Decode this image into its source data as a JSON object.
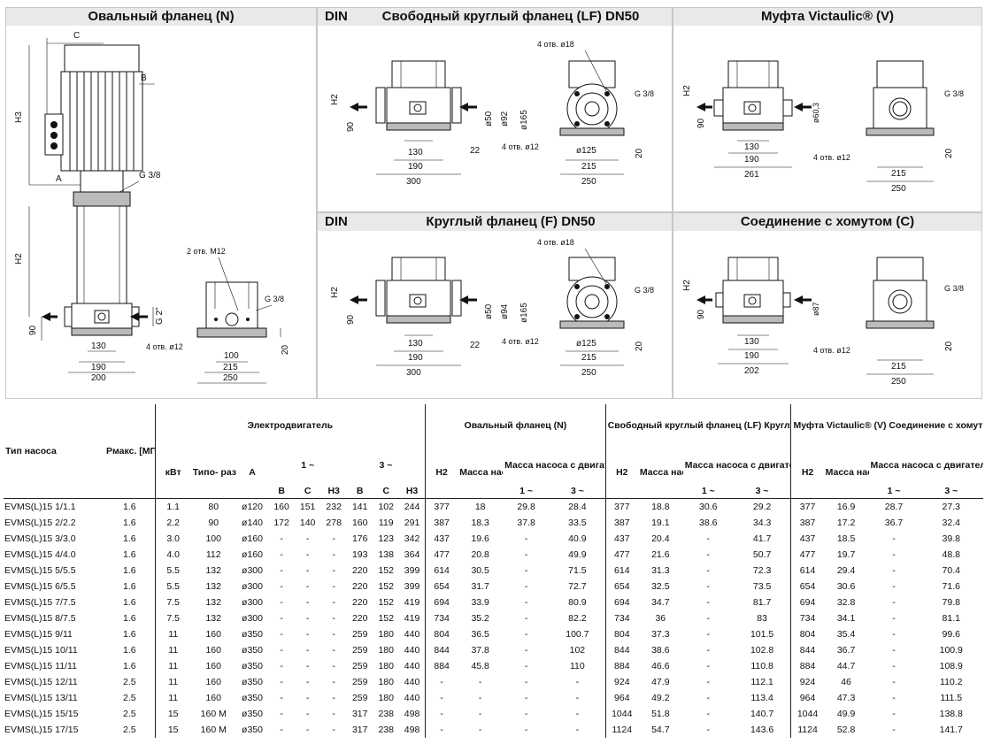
{
  "panels": {
    "oval": {
      "title": "Овальный фланец (N)",
      "labels": {
        "C": "C",
        "B": "B",
        "H3": "H3",
        "A": "A",
        "G38": "G 3/8",
        "H2": "H2",
        "G2": "G 2\"",
        "n90": "90",
        "n130": "130",
        "n190": "190",
        "n200": "200",
        "holes_m12": "2 отв. M12",
        "holes_12": "4 отв. ø12",
        "G38b": "G 3/8",
        "n100": "100",
        "n215": "215",
        "n250": "250",
        "n20": "20"
      }
    },
    "lf": {
      "din": "DIN",
      "title": "Свободный круглый фланец (LF) DN50",
      "labels": {
        "holes18": "4 отв. ø18",
        "G38": "G 3/8",
        "H2": "H2",
        "n90": "90",
        "d50": "ø50",
        "d92": "ø92",
        "d165": "ø165",
        "n130": "130",
        "n190": "190",
        "n300": "300",
        "n22": "22",
        "holes12": "4 отв. ø12",
        "d125": "ø125",
        "n215": "215",
        "n250": "250",
        "n20": "20"
      }
    },
    "victaulic": {
      "title": "Муфта Victaulic® (V)",
      "labels": {
        "H2": "H2",
        "n90": "90",
        "G38": "G 3/8",
        "d603": "ø60,3",
        "n130": "130",
        "n190": "190",
        "n261": "261",
        "holes12": "4 отв. ø12",
        "n215": "215",
        "n250": "250",
        "n20": "20"
      }
    },
    "f": {
      "din": "DIN",
      "title": "Круглый фланец (F) DN50",
      "labels": {
        "holes18": "4 отв. ø18",
        "G38": "G 3/8",
        "H2": "H2",
        "n90": "90",
        "d50": "ø50",
        "d94": "ø94",
        "d165": "ø165",
        "n130": "130",
        "n190": "190",
        "n300": "300",
        "n22": "22",
        "holes12": "4 отв. ø12",
        "d125": "ø125",
        "n215": "215",
        "n250": "250",
        "n20": "20"
      }
    },
    "clamp": {
      "title": "Соединение с хомутом (C)",
      "labels": {
        "H2": "H2",
        "n90": "90",
        "G38": "G 3/8",
        "d87": "ø87",
        "n130": "130",
        "n190": "190",
        "n202": "202",
        "holes12": "4 отв. ø12",
        "n215": "215",
        "n250": "250",
        "n20": "20"
      }
    }
  },
  "table": {
    "headers": {
      "pump_type": "Тип насоса",
      "pmax": "Pмакс. [МПа]",
      "motor": "Электродвигатель",
      "kw": "кВт",
      "size": "Типо- размер",
      "a": "A",
      "ph1": "1 ~",
      "ph3": "3 ~",
      "b": "B",
      "c": "C",
      "h3": "H3",
      "oval": "Овальный фланец (N)",
      "lf_f": "Свободный круглый фланец (LF) Круглый фланец (F)",
      "vic_c": "Муфта Victaulic® (V) Соединение с хомутом",
      "h2": "H2",
      "mass_pump": "Масса насоса",
      "mass_motor": "Масса насоса с двигателем",
      "sub1": "1 ~",
      "sub3": "3 ~"
    },
    "rows": [
      [
        "EVMS(L)15 1/1.1",
        "1.6",
        "1.1",
        "80",
        "ø120",
        "160",
        "151",
        "232",
        "141",
        "102",
        "244",
        "377",
        "18",
        "29.8",
        "28.4",
        "377",
        "18.8",
        "30.6",
        "29.2",
        "377",
        "16.9",
        "28.7",
        "27.3"
      ],
      [
        "EVMS(L)15 2/2.2",
        "1.6",
        "2.2",
        "90",
        "ø140",
        "172",
        "140",
        "278",
        "160",
        "119",
        "291",
        "387",
        "18.3",
        "37.8",
        "33.5",
        "387",
        "19.1",
        "38.6",
        "34.3",
        "387",
        "17.2",
        "36.7",
        "32.4"
      ],
      [
        "EVMS(L)15 3/3.0",
        "1.6",
        "3.0",
        "100",
        "ø160",
        "-",
        "-",
        "-",
        "176",
        "123",
        "342",
        "437",
        "19.6",
        "-",
        "40.9",
        "437",
        "20.4",
        "-",
        "41.7",
        "437",
        "18.5",
        "-",
        "39.8"
      ],
      [
        "EVMS(L)15 4/4.0",
        "1.6",
        "4.0",
        "112",
        "ø160",
        "-",
        "-",
        "-",
        "193",
        "138",
        "364",
        "477",
        "20.8",
        "-",
        "49.9",
        "477",
        "21.6",
        "-",
        "50.7",
        "477",
        "19.7",
        "-",
        "48.8"
      ],
      [
        "EVMS(L)15 5/5.5",
        "1.6",
        "5.5",
        "132",
        "ø300",
        "-",
        "-",
        "-",
        "220",
        "152",
        "399",
        "614",
        "30.5",
        "-",
        "71.5",
        "614",
        "31.3",
        "-",
        "72.3",
        "614",
        "29.4",
        "-",
        "70.4"
      ],
      [
        "EVMS(L)15 6/5.5",
        "1.6",
        "5.5",
        "132",
        "ø300",
        "-",
        "-",
        "-",
        "220",
        "152",
        "399",
        "654",
        "31.7",
        "-",
        "72.7",
        "654",
        "32.5",
        "-",
        "73.5",
        "654",
        "30.6",
        "-",
        "71.6"
      ],
      [
        "EVMS(L)15 7/7.5",
        "1.6",
        "7.5",
        "132",
        "ø300",
        "-",
        "-",
        "-",
        "220",
        "152",
        "419",
        "694",
        "33.9",
        "-",
        "80.9",
        "694",
        "34.7",
        "-",
        "81.7",
        "694",
        "32.8",
        "-",
        "79.8"
      ],
      [
        "EVMS(L)15 8/7.5",
        "1.6",
        "7.5",
        "132",
        "ø300",
        "-",
        "-",
        "-",
        "220",
        "152",
        "419",
        "734",
        "35.2",
        "-",
        "82.2",
        "734",
        "36",
        "-",
        "83",
        "734",
        "34.1",
        "-",
        "81.1"
      ],
      [
        "EVMS(L)15 9/11",
        "1.6",
        "11",
        "160",
        "ø350",
        "-",
        "-",
        "-",
        "259",
        "180",
        "440",
        "804",
        "36.5",
        "-",
        "100.7",
        "804",
        "37.3",
        "-",
        "101.5",
        "804",
        "35.4",
        "-",
        "99.6"
      ],
      [
        "EVMS(L)15 10/11",
        "1.6",
        "11",
        "160",
        "ø350",
        "-",
        "-",
        "-",
        "259",
        "180",
        "440",
        "844",
        "37.8",
        "-",
        "102",
        "844",
        "38.6",
        "-",
        "102.8",
        "844",
        "36.7",
        "-",
        "100.9"
      ],
      [
        "EVMS(L)15 11/11",
        "1.6",
        "11",
        "160",
        "ø350",
        "-",
        "-",
        "-",
        "259",
        "180",
        "440",
        "884",
        "45.8",
        "-",
        "110",
        "884",
        "46.6",
        "-",
        "110.8",
        "884",
        "44.7",
        "-",
        "108.9"
      ],
      [
        "EVMS(L)15 12/11",
        "2.5",
        "11",
        "160",
        "ø350",
        "-",
        "-",
        "-",
        "259",
        "180",
        "440",
        "-",
        "-",
        "-",
        "-",
        "924",
        "47.9",
        "-",
        "112.1",
        "924",
        "46",
        "-",
        "110.2"
      ],
      [
        "EVMS(L)15 13/11",
        "2.5",
        "11",
        "160",
        "ø350",
        "-",
        "-",
        "-",
        "259",
        "180",
        "440",
        "-",
        "-",
        "-",
        "-",
        "964",
        "49.2",
        "-",
        "113.4",
        "964",
        "47.3",
        "-",
        "111.5"
      ],
      [
        "EVMS(L)15 15/15",
        "2.5",
        "15",
        "160 M",
        "ø350",
        "-",
        "-",
        "-",
        "317",
        "238",
        "498",
        "-",
        "-",
        "-",
        "-",
        "1044",
        "51.8",
        "-",
        "140.7",
        "1044",
        "49.9",
        "-",
        "138.8"
      ],
      [
        "EVMS(L)15 17/15",
        "2.5",
        "15",
        "160 M",
        "ø350",
        "-",
        "-",
        "-",
        "317",
        "238",
        "498",
        "-",
        "-",
        "-",
        "-",
        "1124",
        "54.7",
        "-",
        "143.6",
        "1124",
        "52.8",
        "-",
        "141.7"
      ]
    ]
  }
}
